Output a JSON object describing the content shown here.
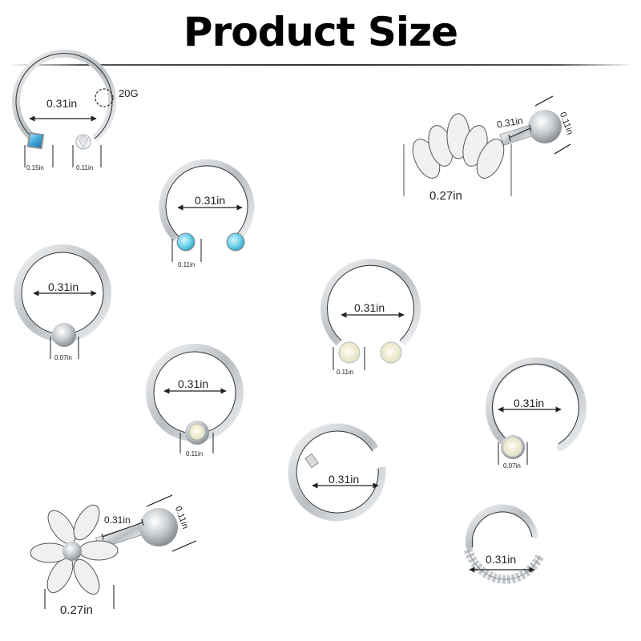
{
  "title": "Product Size",
  "colors": {
    "metal": "#c9cdd1",
    "metal_dark": "#2a2a2a",
    "opal_blue": "#3fa8d8",
    "aqua": "#5ecbe6",
    "ab_opal": "#e9e4d2",
    "text": "#222222"
  },
  "items": [
    {
      "id": "horseshoe-square-opal",
      "type": "horseshoe",
      "inner_diameter": "0.31in",
      "gauge": "20G",
      "ends": [
        {
          "size": "0.15in",
          "stone": "blue square opal"
        },
        {
          "size": "0.11in",
          "stone": "clear round cz"
        }
      ]
    },
    {
      "id": "crown-barbell",
      "type": "tragus barbell",
      "bar_length": "0.31in",
      "ball": "0.11in",
      "top_width": "0.27in"
    },
    {
      "id": "horseshoe-aqua",
      "type": "horseshoe",
      "inner_diameter": "0.31in",
      "ends": [
        {
          "size": "0.11in",
          "stone": "aqua crystal ball"
        }
      ]
    },
    {
      "id": "captive-ball-plain",
      "type": "captive bead ring",
      "inner_diameter": "0.31in",
      "bead": "0.07in"
    },
    {
      "id": "horseshoe-ab-opal",
      "type": "horseshoe",
      "inner_diameter": "0.31in",
      "ends": [
        {
          "size": "0.11in",
          "stone": "AB opal ball"
        }
      ]
    },
    {
      "id": "captive-ball-ab",
      "type": "captive bead ring",
      "inner_diameter": "0.31in",
      "bead": "0.11in"
    },
    {
      "id": "nose-ring-ab",
      "type": "open ring",
      "inner_diameter": "0.31in",
      "stone": "0.07in"
    },
    {
      "id": "hinged-clicker",
      "type": "hinged segment ring",
      "inner_diameter": "0.31in"
    },
    {
      "id": "flower-barbell",
      "type": "tragus barbell",
      "bar_length": "0.31in",
      "ball": "0.11in",
      "top_width": "0.27in"
    },
    {
      "id": "twisted-clicker",
      "type": "twisted hinged ring",
      "inner_diameter": "0.31in"
    }
  ],
  "labels": {
    "i1_diam": "0.31in",
    "i1_gauge": "20G",
    "i1_left": "0.15in",
    "i1_right": "0.11in",
    "i2_bar": "0.31in",
    "i2_ball": "0.11in",
    "i2_width": "0.27in",
    "i3_diam": "0.31in",
    "i3_ball": "0.11in",
    "i4_diam": "0.31in",
    "i4_bead": "0.07in",
    "i5_diam": "0.31in",
    "i5_ball": "0.11in",
    "i6_diam": "0.31in",
    "i6_bead": "0.11in",
    "i7_diam": "0.31in",
    "i7_stone": "0.07in",
    "i8_diam": "0.31in",
    "i9_bar": "0.31in",
    "i9_ball": "0.11in",
    "i9_width": "0.27in",
    "i10_diam": "0.31in"
  }
}
